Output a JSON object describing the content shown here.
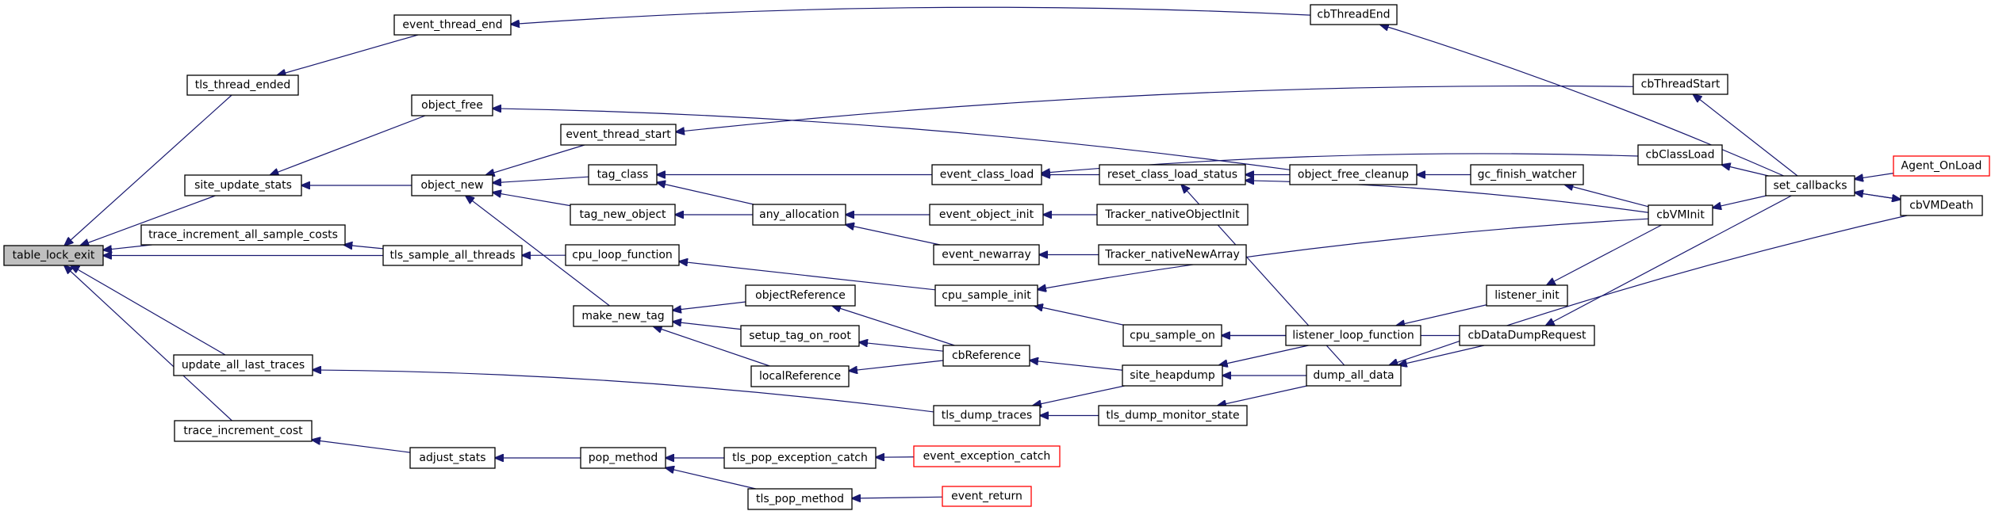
{
  "diagram": {
    "title": "table_lock_exit caller graph",
    "colors": {
      "edge": "#191970",
      "root_fill": "#bfbfbf",
      "entry_border": "#ff0000",
      "node_border": "#000000"
    },
    "nodes": [
      {
        "id": "table_lock_exit",
        "label": "table_lock_exit",
        "kind": "root"
      },
      {
        "id": "tls_thread_ended",
        "label": "tls_thread_ended",
        "kind": "normal"
      },
      {
        "id": "site_update_stats",
        "label": "site_update_stats",
        "kind": "normal"
      },
      {
        "id": "trace_increment_all_sample_costs",
        "label": "trace_increment_all_sample_costs",
        "kind": "normal"
      },
      {
        "id": "update_all_last_traces",
        "label": "update_all_last_traces",
        "kind": "normal"
      },
      {
        "id": "trace_increment_cost",
        "label": "trace_increment_cost",
        "kind": "normal"
      },
      {
        "id": "event_thread_end",
        "label": "event_thread_end",
        "kind": "normal"
      },
      {
        "id": "object_free",
        "label": "object_free",
        "kind": "normal"
      },
      {
        "id": "object_new",
        "label": "object_new",
        "kind": "normal"
      },
      {
        "id": "tls_sample_all_threads",
        "label": "tls_sample_all_threads",
        "kind": "normal"
      },
      {
        "id": "adjust_stats",
        "label": "adjust_stats",
        "kind": "normal"
      },
      {
        "id": "event_thread_start",
        "label": "event_thread_start",
        "kind": "normal"
      },
      {
        "id": "tag_class",
        "label": "tag_class",
        "kind": "normal"
      },
      {
        "id": "tag_new_object",
        "label": "tag_new_object",
        "kind": "normal"
      },
      {
        "id": "cpu_loop_function",
        "label": "cpu_loop_function",
        "kind": "normal"
      },
      {
        "id": "make_new_tag",
        "label": "make_new_tag",
        "kind": "normal"
      },
      {
        "id": "pop_method",
        "label": "pop_method",
        "kind": "normal"
      },
      {
        "id": "any_allocation",
        "label": "any_allocation",
        "kind": "normal"
      },
      {
        "id": "objectReference",
        "label": "objectReference",
        "kind": "normal"
      },
      {
        "id": "setup_tag_on_root",
        "label": "setup_tag_on_root",
        "kind": "normal"
      },
      {
        "id": "localReference",
        "label": "localReference",
        "kind": "normal"
      },
      {
        "id": "tls_pop_exception_catch",
        "label": "tls_pop_exception_catch",
        "kind": "normal"
      },
      {
        "id": "tls_pop_method",
        "label": "tls_pop_method",
        "kind": "normal"
      },
      {
        "id": "event_class_load",
        "label": "event_class_load",
        "kind": "normal"
      },
      {
        "id": "event_object_init",
        "label": "event_object_init",
        "kind": "normal"
      },
      {
        "id": "event_newarray",
        "label": "event_newarray",
        "kind": "normal"
      },
      {
        "id": "cpu_sample_init",
        "label": "cpu_sample_init",
        "kind": "normal"
      },
      {
        "id": "cbReference",
        "label": "cbReference",
        "kind": "normal"
      },
      {
        "id": "tls_dump_traces",
        "label": "tls_dump_traces",
        "kind": "normal"
      },
      {
        "id": "event_exception_catch",
        "label": "event_exception_catch",
        "kind": "entry"
      },
      {
        "id": "event_return",
        "label": "event_return",
        "kind": "entry"
      },
      {
        "id": "reset_class_load_status",
        "label": "reset_class_load_status",
        "kind": "normal"
      },
      {
        "id": "Tracker_nativeObjectInit",
        "label": "Tracker_nativeObjectInit",
        "kind": "normal"
      },
      {
        "id": "Tracker_nativeNewArray",
        "label": "Tracker_nativeNewArray",
        "kind": "normal"
      },
      {
        "id": "cpu_sample_on",
        "label": "cpu_sample_on",
        "kind": "normal"
      },
      {
        "id": "site_heapdump",
        "label": "site_heapdump",
        "kind": "normal"
      },
      {
        "id": "tls_dump_monitor_state",
        "label": "tls_dump_monitor_state",
        "kind": "normal"
      },
      {
        "id": "cbThreadEnd",
        "label": "cbThreadEnd",
        "kind": "normal"
      },
      {
        "id": "object_free_cleanup",
        "label": "object_free_cleanup",
        "kind": "normal"
      },
      {
        "id": "listener_loop_function",
        "label": "listener_loop_function",
        "kind": "normal"
      },
      {
        "id": "dump_all_data",
        "label": "dump_all_data",
        "kind": "normal"
      },
      {
        "id": "gc_finish_watcher",
        "label": "gc_finish_watcher",
        "kind": "normal"
      },
      {
        "id": "listener_init",
        "label": "listener_init",
        "kind": "normal"
      },
      {
        "id": "cbDataDumpRequest",
        "label": "cbDataDumpRequest",
        "kind": "normal"
      },
      {
        "id": "cbThreadStart",
        "label": "cbThreadStart",
        "kind": "normal"
      },
      {
        "id": "cbClassLoad",
        "label": "cbClassLoad",
        "kind": "normal"
      },
      {
        "id": "cbVMInit",
        "label": "cbVMInit",
        "kind": "normal"
      },
      {
        "id": "set_callbacks",
        "label": "set_callbacks",
        "kind": "normal"
      },
      {
        "id": "Agent_OnLoad",
        "label": "Agent_OnLoad",
        "kind": "entry"
      },
      {
        "id": "cbVMDeath",
        "label": "cbVMDeath",
        "kind": "normal"
      }
    ],
    "edges": [
      {
        "from": "tls_thread_ended",
        "to": "table_lock_exit"
      },
      {
        "from": "site_update_stats",
        "to": "table_lock_exit"
      },
      {
        "from": "trace_increment_all_sample_costs",
        "to": "table_lock_exit"
      },
      {
        "from": "tls_sample_all_threads",
        "to": "table_lock_exit"
      },
      {
        "from": "update_all_last_traces",
        "to": "table_lock_exit"
      },
      {
        "from": "trace_increment_cost",
        "to": "table_lock_exit"
      },
      {
        "from": "event_thread_end",
        "to": "tls_thread_ended"
      },
      {
        "from": "object_free",
        "to": "site_update_stats"
      },
      {
        "from": "object_new",
        "to": "site_update_stats"
      },
      {
        "from": "tls_sample_all_threads",
        "to": "trace_increment_all_sample_costs"
      },
      {
        "from": "tls_dump_traces",
        "to": "update_all_last_traces"
      },
      {
        "from": "adjust_stats",
        "to": "trace_increment_cost"
      },
      {
        "from": "cbThreadEnd",
        "to": "event_thread_end"
      },
      {
        "from": "object_free_cleanup",
        "to": "object_free"
      },
      {
        "from": "event_thread_start",
        "to": "object_new"
      },
      {
        "from": "tag_class",
        "to": "object_new"
      },
      {
        "from": "tag_new_object",
        "to": "object_new"
      },
      {
        "from": "make_new_tag",
        "to": "object_new"
      },
      {
        "from": "cpu_loop_function",
        "to": "tls_sample_all_threads"
      },
      {
        "from": "pop_method",
        "to": "adjust_stats"
      },
      {
        "from": "cbThreadStart",
        "to": "event_thread_start"
      },
      {
        "from": "event_class_load",
        "to": "tag_class"
      },
      {
        "from": "any_allocation",
        "to": "tag_class"
      },
      {
        "from": "any_allocation",
        "to": "tag_new_object"
      },
      {
        "from": "cpu_sample_init",
        "to": "cpu_loop_function"
      },
      {
        "from": "objectReference",
        "to": "make_new_tag"
      },
      {
        "from": "setup_tag_on_root",
        "to": "make_new_tag"
      },
      {
        "from": "localReference",
        "to": "make_new_tag"
      },
      {
        "from": "tls_pop_exception_catch",
        "to": "pop_method"
      },
      {
        "from": "tls_pop_method",
        "to": "pop_method"
      },
      {
        "from": "event_object_init",
        "to": "any_allocation"
      },
      {
        "from": "event_newarray",
        "to": "any_allocation"
      },
      {
        "from": "cbReference",
        "to": "objectReference"
      },
      {
        "from": "cbReference",
        "to": "setup_tag_on_root"
      },
      {
        "from": "cbReference",
        "to": "localReference"
      },
      {
        "from": "event_exception_catch",
        "to": "tls_pop_exception_catch"
      },
      {
        "from": "event_return",
        "to": "tls_pop_method"
      },
      {
        "from": "reset_class_load_status",
        "to": "event_class_load"
      },
      {
        "from": "cbClassLoad",
        "to": "event_class_load"
      },
      {
        "from": "Tracker_nativeObjectInit",
        "to": "event_object_init"
      },
      {
        "from": "Tracker_nativeNewArray",
        "to": "event_newarray"
      },
      {
        "from": "cbVMInit",
        "to": "cpu_sample_init"
      },
      {
        "from": "cpu_sample_on",
        "to": "cpu_sample_init"
      },
      {
        "from": "site_heapdump",
        "to": "cbReference"
      },
      {
        "from": "site_heapdump",
        "to": "tls_dump_traces"
      },
      {
        "from": "tls_dump_monitor_state",
        "to": "tls_dump_traces"
      },
      {
        "from": "object_free_cleanup",
        "to": "reset_class_load_status"
      },
      {
        "from": "cbVMInit",
        "to": "reset_class_load_status"
      },
      {
        "from": "dump_all_data",
        "to": "reset_class_load_status"
      },
      {
        "from": "listener_loop_function",
        "to": "cpu_sample_on"
      },
      {
        "from": "cbDataDumpRequest",
        "to": "cpu_sample_on"
      },
      {
        "from": "listener_loop_function",
        "to": "site_heapdump"
      },
      {
        "from": "dump_all_data",
        "to": "site_heapdump"
      },
      {
        "from": "dump_all_data",
        "to": "tls_dump_monitor_state"
      },
      {
        "from": "set_callbacks",
        "to": "cbThreadEnd"
      },
      {
        "from": "gc_finish_watcher",
        "to": "object_free_cleanup"
      },
      {
        "from": "listener_init",
        "to": "listener_loop_function"
      },
      {
        "from": "cbDataDumpRequest",
        "to": "dump_all_data"
      },
      {
        "from": "cbVMDeath",
        "to": "dump_all_data"
      },
      {
        "from": "cbVMInit",
        "to": "gc_finish_watcher"
      },
      {
        "from": "cbVMInit",
        "to": "listener_init"
      },
      {
        "from": "set_callbacks",
        "to": "cbDataDumpRequest"
      },
      {
        "from": "set_callbacks",
        "to": "cbThreadStart"
      },
      {
        "from": "set_callbacks",
        "to": "cbClassLoad"
      },
      {
        "from": "set_callbacks",
        "to": "cbVMInit"
      },
      {
        "from": "Agent_OnLoad",
        "to": "set_callbacks"
      },
      {
        "from": "cbVMDeath",
        "to": "set_callbacks"
      },
      {
        "from": "set_callbacks",
        "to": "cbVMDeath"
      }
    ]
  }
}
